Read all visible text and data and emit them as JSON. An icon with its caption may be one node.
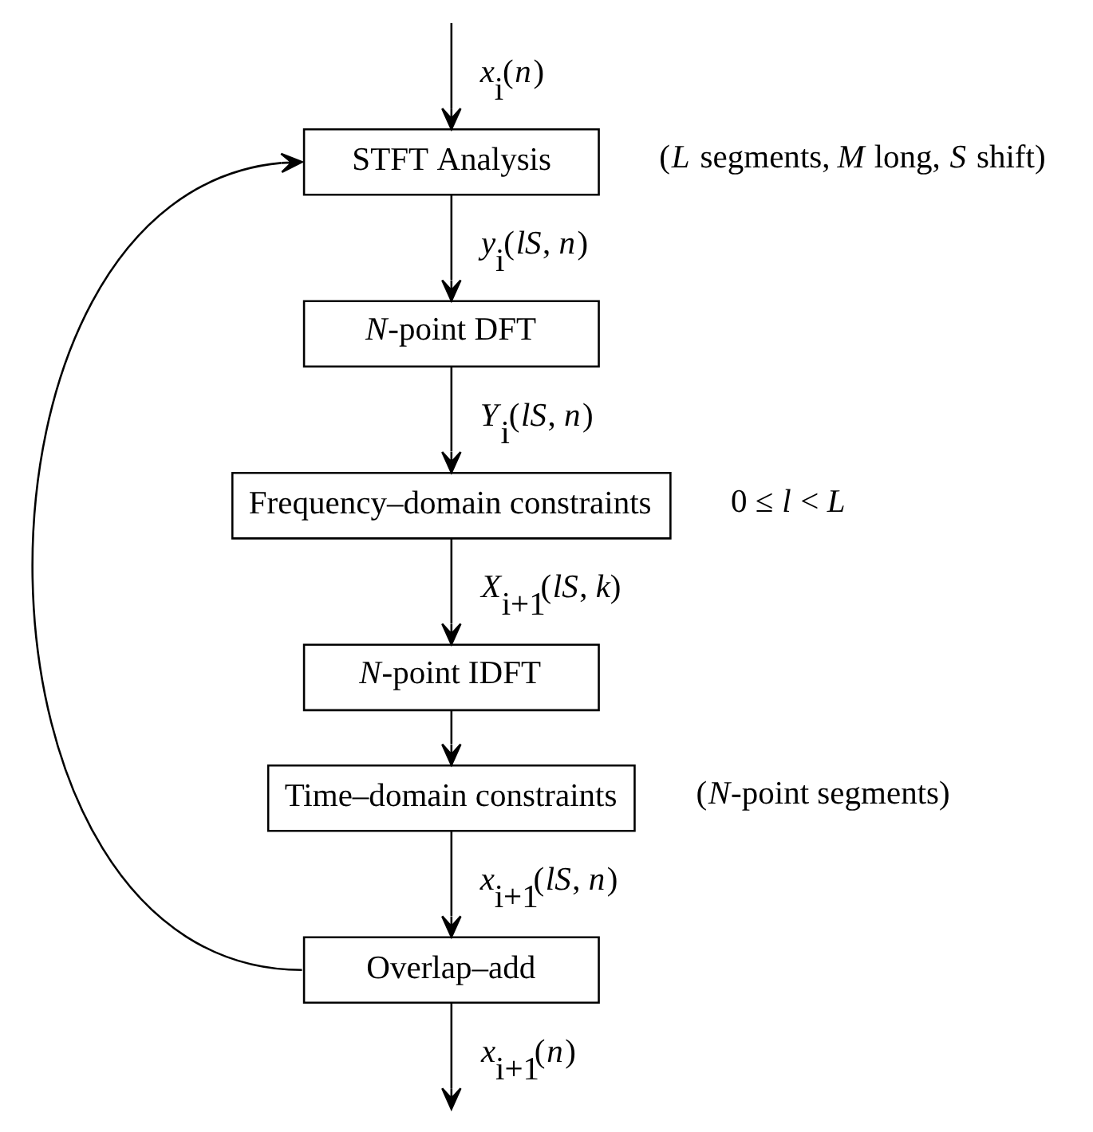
{
  "diagram": {
    "nodes": [
      {
        "text": [
          "STFT Analysis"
        ],
        "beside": [
          "(*L* segments, *M* long, *S* shift)"
        ]
      },
      {
        "text": [
          "*N*-point DFT"
        ]
      },
      {
        "text": [
          "Frequency–domain constraints"
        ],
        "beside": [
          "0 ≤ *l* < *L*"
        ]
      },
      {
        "text": [
          "*N*-point IDFT"
        ]
      },
      {
        "text": [
          "Time–domain constraints"
        ],
        "beside": [
          "(*N*-point segments)"
        ]
      },
      {
        "text": [
          "Overlap–add"
        ]
      }
    ],
    "edges": [
      {
        "from": null,
        "to": 0,
        "arrow": "to",
        "label": "*x*$_{i}$(*n*)"
      },
      {
        "from": 5,
        "to": 0,
        "arrow": "to"
      },
      {
        "from": 0,
        "to": 1,
        "arrow": "to",
        "label": "*y*$_{i}$(*lS*, *n*)"
      },
      {
        "from": 1,
        "to": 2,
        "arrow": "to",
        "label": "*Y*$_{i}$(*lS*, *n*)"
      },
      {
        "from": 2,
        "to": 3,
        "arrow": "to",
        "label": "*X*$_{i+1}$(*lS*, *k*)"
      },
      {
        "from": 3,
        "to": 4,
        "arrow": "to"
      },
      {
        "from": 4,
        "to": 5,
        "arrow": "to",
        "label": "*x*$_{i+1}$(*lS*, *n*)"
      },
      {
        "from": 5,
        "to": null,
        "arrow": "to",
        "label": "*x*$_{i+1}$(*n*)"
      }
    ]
  }
}
